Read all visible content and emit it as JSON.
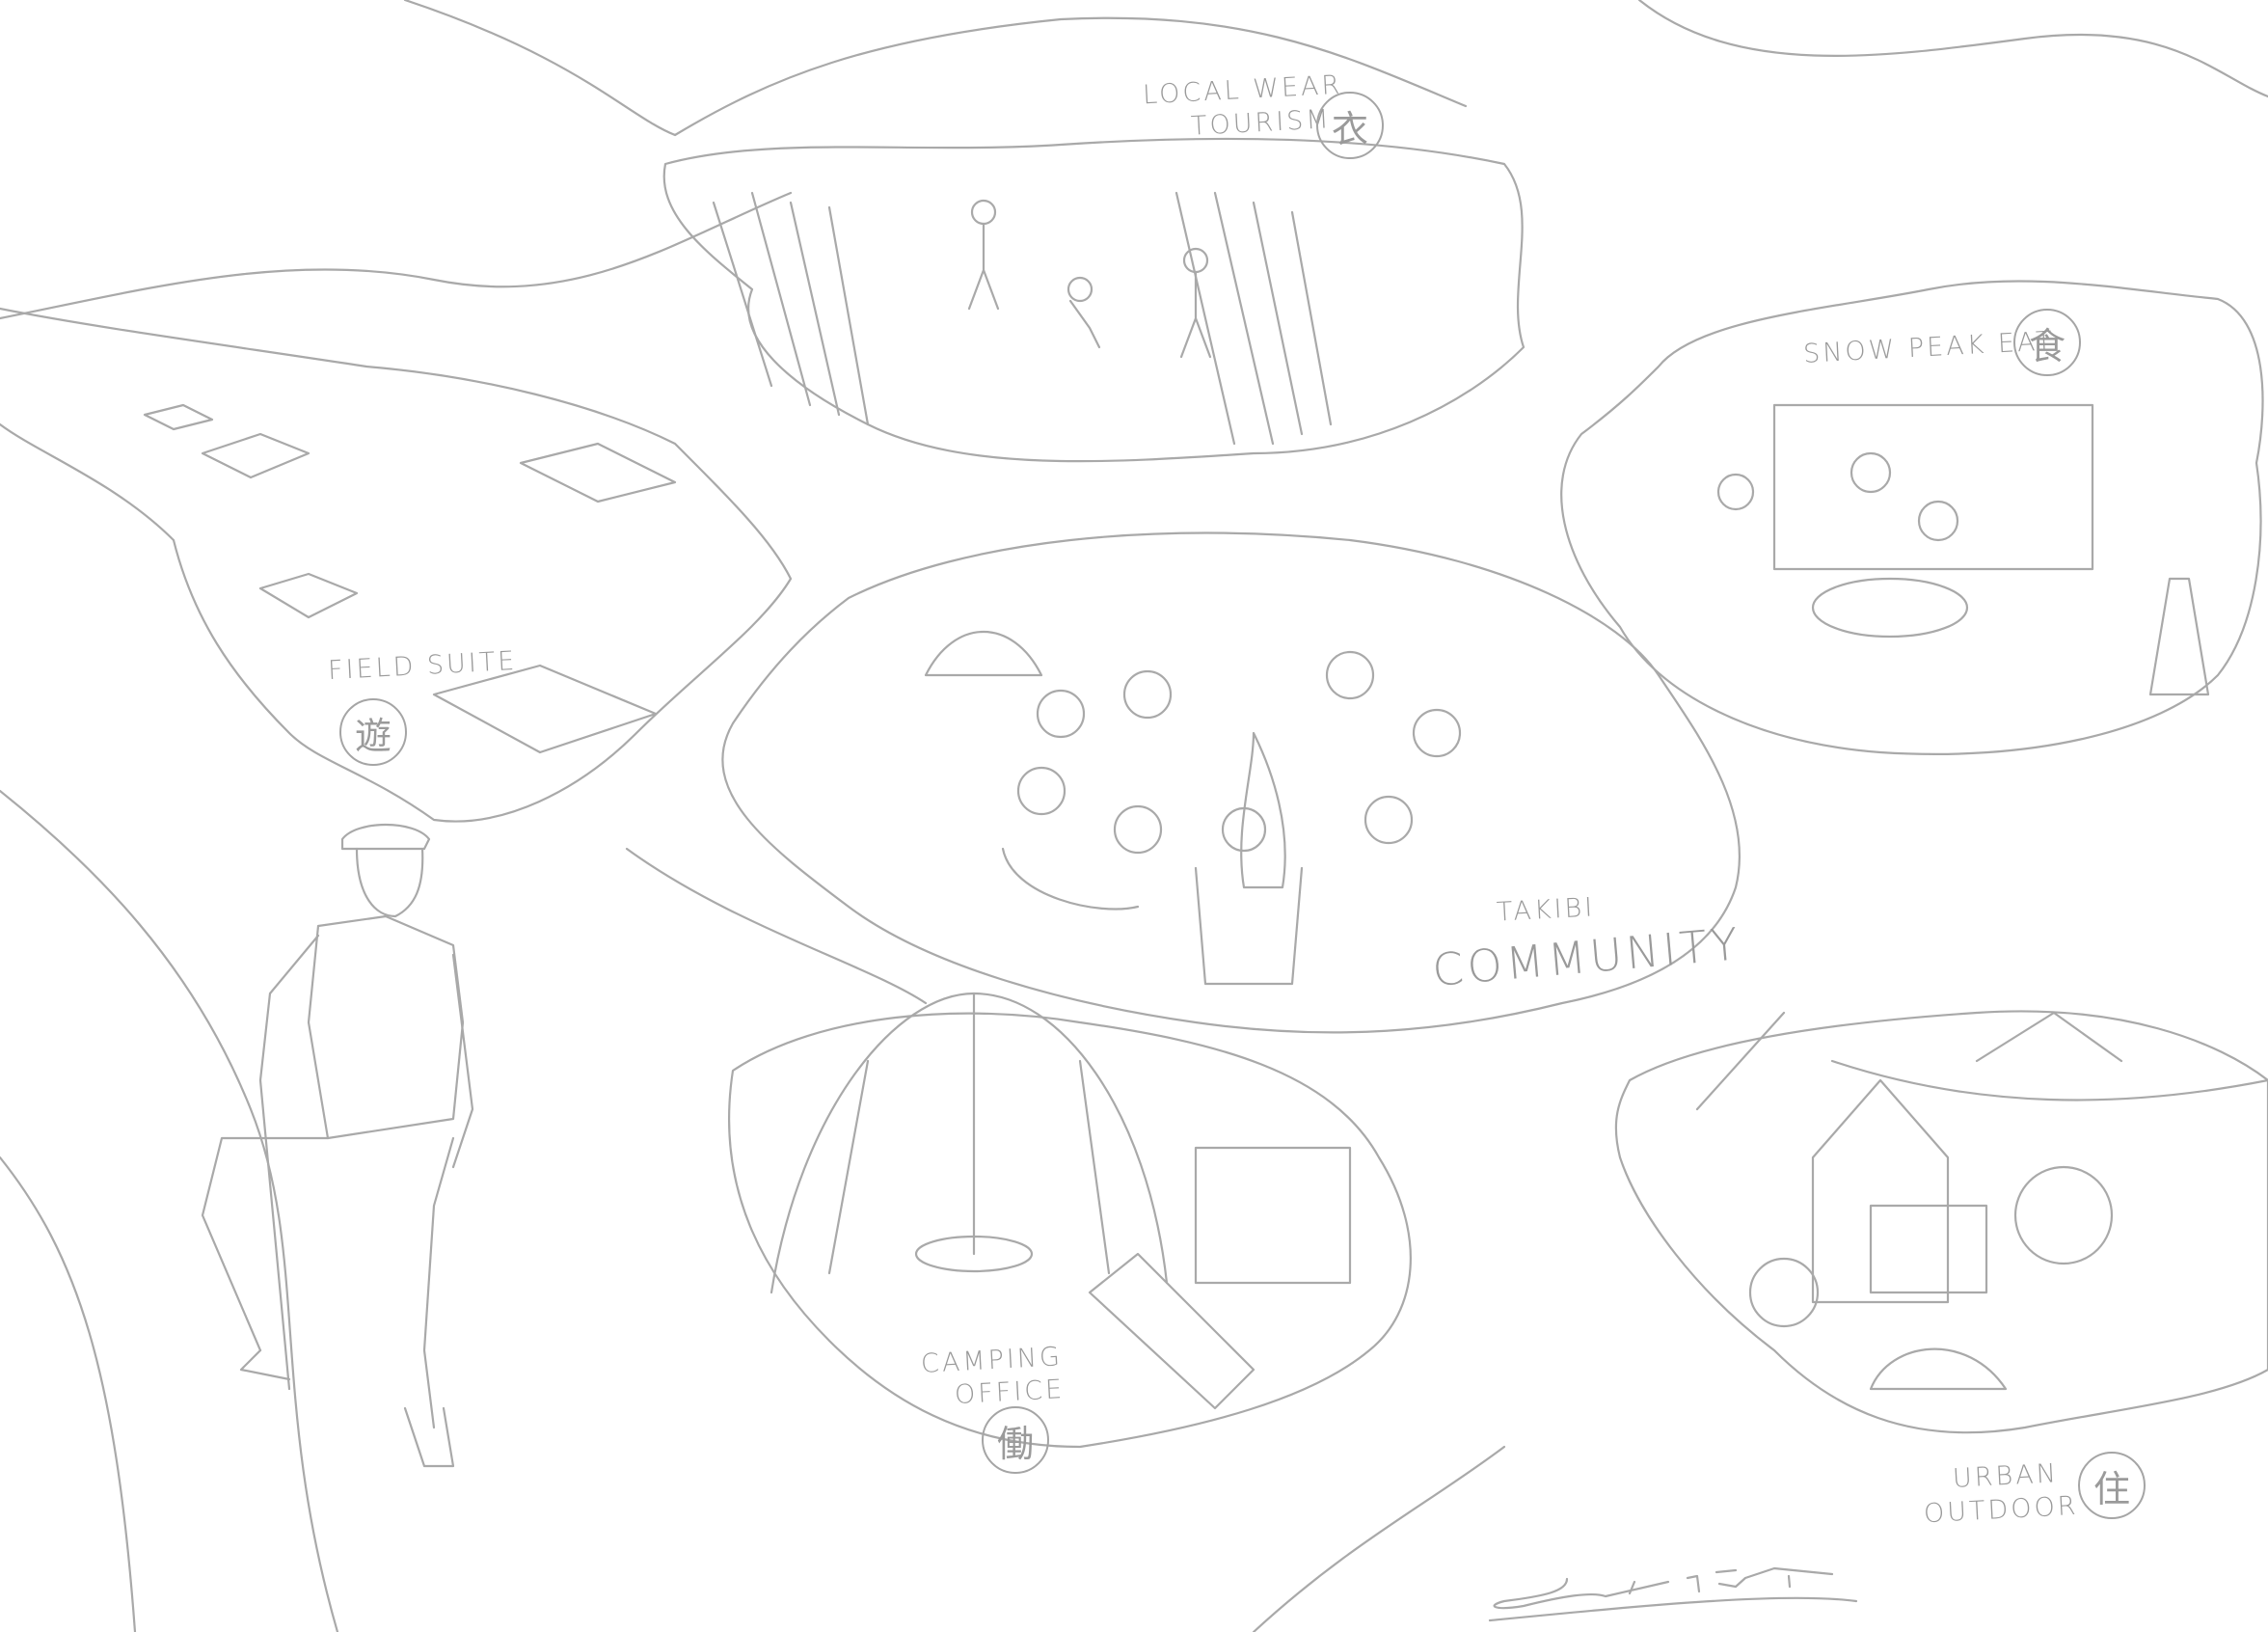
{
  "scenes": [
    {
      "id": "local-wear-tourism",
      "label_lines": [
        "LOCAL WEAR",
        "TOURISM"
      ],
      "kanji": "衣"
    },
    {
      "id": "snow-peak-eat",
      "label_lines": [
        "SNOW PEAK EAT"
      ],
      "kanji": "食"
    },
    {
      "id": "field-suite",
      "label_lines": [
        "FIELD SUITE"
      ],
      "kanji": "遊"
    },
    {
      "id": "takibi-community",
      "label_lines": [
        "TAKIBI",
        "COMMUNITY"
      ]
    },
    {
      "id": "camping-office",
      "label_lines": [
        "CAMPING",
        "OFFICE"
      ],
      "kanji": "働"
    },
    {
      "id": "urban-outdoor",
      "label_lines": [
        "URBAN",
        "OUTDOOR"
      ],
      "kanji": "住"
    }
  ],
  "signature": "artist signature",
  "colors": {
    "line": "#a9a9a9",
    "background": "#ffffff"
  }
}
